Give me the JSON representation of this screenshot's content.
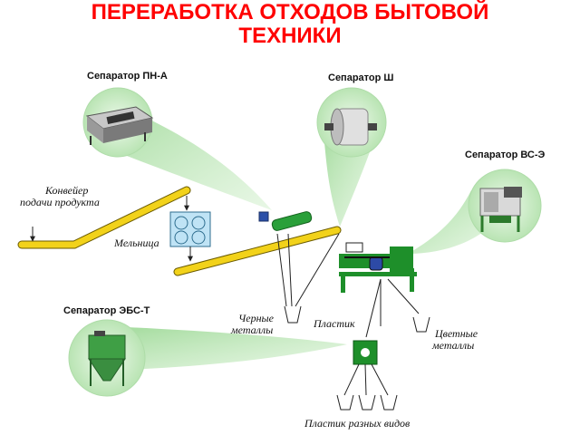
{
  "title": {
    "line1": "ПЕРЕРАБОТКА ОТХОДОВ БЫТОВОЙ",
    "line2": "ТЕХНИКИ"
  },
  "separators": {
    "pn_a": "Сепаратор ПН-А",
    "sh": "Сепаратор Ш",
    "vs_e": "Сепаратор ВС-Э",
    "ebs_t": "Сепаратор ЭБС-Т"
  },
  "labels": {
    "conveyor_line1": "Конвейер",
    "conveyor_line2": "подачи продукта",
    "mill": "Мельница",
    "ferrous_line1": "Черные",
    "ferrous_line2": "металлы",
    "plastic": "Пластик",
    "nonferrous_line1": "Цветные",
    "nonferrous_line2": "металлы",
    "plastic_types": "Пластик разных видов"
  },
  "colors": {
    "title": "#ff0000",
    "conveyor": "#f2d21a",
    "callout": "#8fd08a",
    "equipment": "#1e8f2a"
  }
}
